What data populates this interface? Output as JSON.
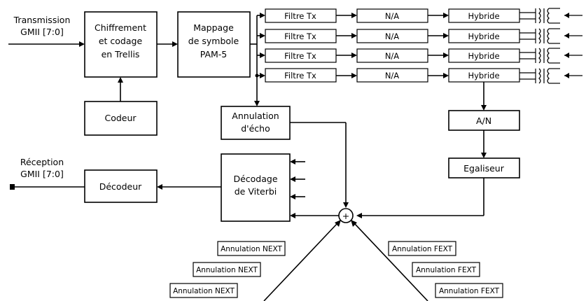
{
  "inputs": {
    "transmission": [
      "Transmission",
      "GMII [7:0]"
    ],
    "reception": [
      "Réception",
      "GMII [7:0]"
    ]
  },
  "blocks": {
    "chiffrement": [
      "Chiffrement",
      "et codage",
      "en Trellis"
    ],
    "codeur": "Codeur",
    "mappage": [
      "Mappage",
      "de symbole",
      "PAM-5"
    ],
    "annulation_echo": [
      "Annulation",
      "d'écho"
    ],
    "decodeur": "Décodeur",
    "viterbi": [
      "Décodage",
      "de Viterbi"
    ],
    "an": "A/N",
    "egaliseur": "Egaliseur",
    "sum_symbol": "+"
  },
  "channels": [
    {
      "filtre": "Filtre Tx",
      "na": "N/A",
      "hybride": "Hybride"
    },
    {
      "filtre": "Filtre Tx",
      "na": "N/A",
      "hybride": "Hybride"
    },
    {
      "filtre": "Filtre Tx",
      "na": "N/A",
      "hybride": "Hybride"
    },
    {
      "filtre": "Filtre Tx",
      "na": "N/A",
      "hybride": "Hybride"
    }
  ],
  "next_labels": [
    "Annulation NEXT",
    "Annulation NEXT",
    "Annulation NEXT"
  ],
  "fext_labels": [
    "Annulation FEXT",
    "Annulation FEXT",
    "Annulation FEXT"
  ]
}
